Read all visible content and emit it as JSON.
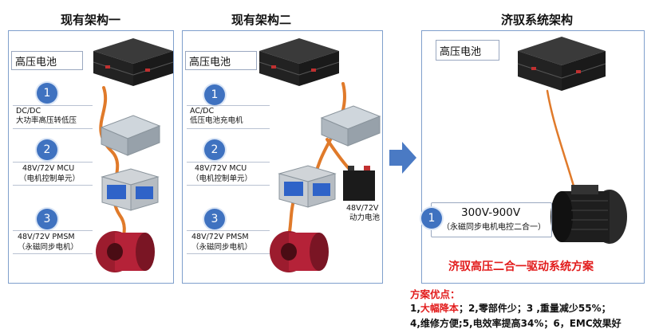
{
  "panels": {
    "left": {
      "title": "现有架构一",
      "battery_label": "高压电池",
      "steps": [
        {
          "num": "1",
          "line1": "DC/DC",
          "line2": "大功率高压转低压"
        },
        {
          "num": "2",
          "line1": "48V/72V MCU",
          "line2": "（电机控制单元）"
        },
        {
          "num": "3",
          "line1": "48V/72V PMSM",
          "line2": "（永磁同步电机）"
        }
      ]
    },
    "middle": {
      "title": "现有架构二",
      "battery_label": "高压电池",
      "steps": [
        {
          "num": "1",
          "line1": "AC/DC",
          "line2": "低压电池充电机"
        },
        {
          "num": "2",
          "line1": "48V/72V MCU",
          "line2": "（电机控制单元）"
        },
        {
          "num": "3",
          "line1": "48V/72V PMSM",
          "line2": "（永磁同步电机）"
        }
      ],
      "power_battery_line1": "48V/72V",
      "power_battery_line2": "动力电池"
    },
    "right": {
      "title": "济驭系统架构",
      "battery_label": "高压电池",
      "step": {
        "num": "1",
        "line1": "300V-900V",
        "line2": "（永磁同步电机电控二合一）"
      },
      "scheme_title": "济驭高压二合一驱动系统方案"
    }
  },
  "advantages": {
    "title": "方案优点：",
    "line1_a": "1,",
    "line1_hl": "大幅降本",
    "line1_b": "；2,零部件少；3 ,重量减少55%；",
    "line2": "4,维修方便;5,电效率提高34%；6，EMC效果好"
  },
  "colors": {
    "panel_border": "#7f9fcc",
    "circle": "#3f72c0",
    "arrow": "#4a7ac4",
    "cable": "#e07a2a",
    "accent_red": "#e21b1b"
  }
}
